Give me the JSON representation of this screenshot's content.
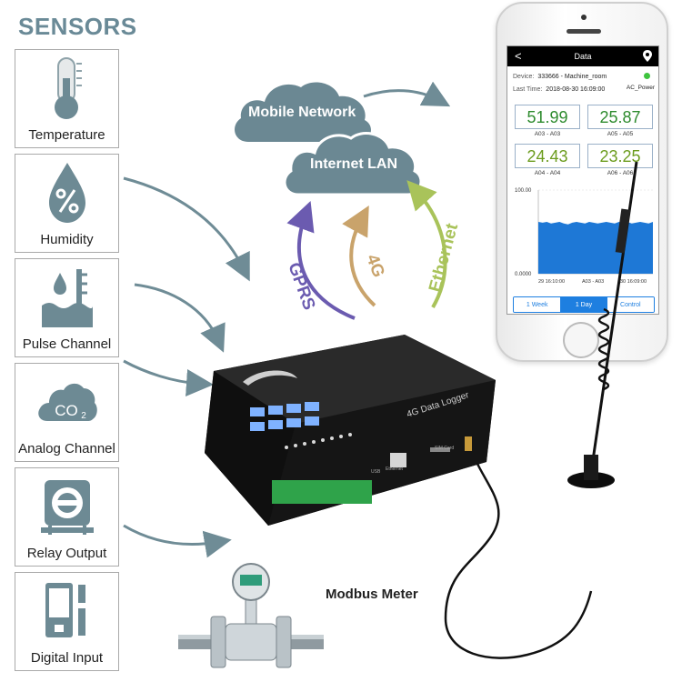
{
  "sensors": {
    "title": "SENSORS",
    "items": [
      {
        "label": "Temperature",
        "icon": "thermometer-icon"
      },
      {
        "label": "Humidity",
        "icon": "humidity-drop-icon"
      },
      {
        "label": "Pulse Channel",
        "icon": "water-level-icon"
      },
      {
        "label": "Analog Channel",
        "icon": "co2-cloud-icon"
      },
      {
        "label": "Relay Output",
        "icon": "relay-valve-icon"
      },
      {
        "label": "Digital Input",
        "icon": "digital-input-icon"
      }
    ]
  },
  "network": {
    "mobile": "Mobile Network",
    "internet": "Internet LAN",
    "links": [
      {
        "label": "GPRS",
        "color": "#6b5bb0"
      },
      {
        "label": "4G",
        "color": "#c9a36b"
      },
      {
        "label": "Ethernet",
        "color": "#a9c35a"
      }
    ]
  },
  "device": {
    "label": "4G Data Logger",
    "sim_label": "SIM Card",
    "usb_label": "USB",
    "ethernet_label": "Ethernet"
  },
  "app": {
    "screen_title": "Data",
    "back": "<",
    "device_key": "Device:",
    "device_value": "333666 - Machine_room",
    "time_key": "Last Time:",
    "time_value": "2018-08-30  16:09:00",
    "power": "AC_Power",
    "tiles": [
      {
        "value": "51.99",
        "range": "A03 - A03",
        "color": "#2e8b2e"
      },
      {
        "value": "25.87",
        "range": "A05 - A05",
        "color": "#2e8b2e"
      },
      {
        "value": "24.43",
        "range": "A04 - A04",
        "color": "#6c9c1e"
      },
      {
        "value": "23.25",
        "range": "A06 - A06",
        "color": "#6c9c1e"
      }
    ],
    "tabs": [
      {
        "label": "1 Week",
        "active": false
      },
      {
        "label": "1 Day",
        "active": true
      },
      {
        "label": "Control",
        "active": false
      }
    ]
  },
  "chart_data": {
    "type": "area",
    "y_top_label": "100.00",
    "y_bottom_label": "0.0000",
    "x_start_label": "29 16:10:00",
    "x_mid_label": "A03 - A03",
    "x_end_label": "30 16:09:00",
    "ylim": [
      0,
      100
    ],
    "values": [
      62,
      61,
      62,
      60,
      61,
      62,
      60,
      59,
      61,
      62,
      61,
      60,
      62,
      61,
      60,
      61,
      62,
      61,
      60,
      62,
      61,
      62,
      60,
      61,
      62,
      61,
      60,
      62
    ],
    "color": "#1e78d6"
  },
  "meter": {
    "label": "Modbus Meter"
  },
  "colors": {
    "accent": "#6a8a97",
    "cloud": "#6b8893",
    "arrow": "#6f8c96"
  }
}
